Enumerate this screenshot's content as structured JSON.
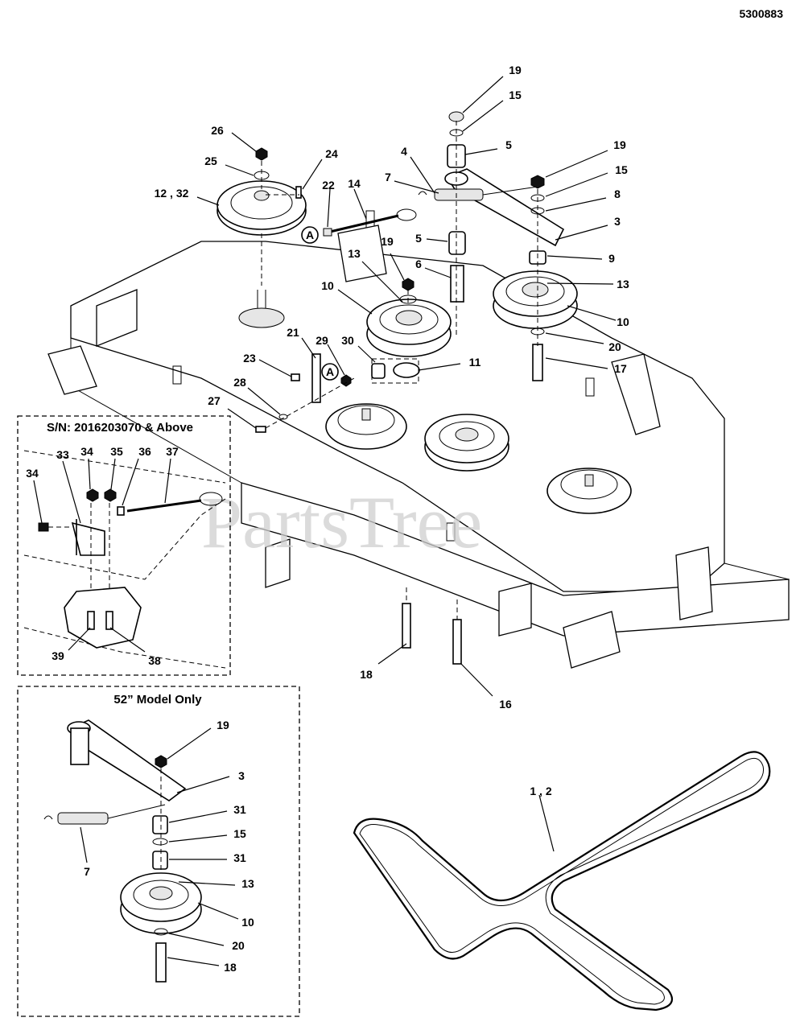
{
  "document": {
    "number": "5300883",
    "watermark": "PartsTree"
  },
  "insets": {
    "serial": {
      "title": "S/N: 2016203070 & Above"
    },
    "model52": {
      "title": "52” Model Only"
    }
  },
  "callouts": {
    "main": {
      "c19a": "19",
      "c15a": "15",
      "c5a": "5",
      "c19b": "19",
      "c15b": "15",
      "c4": "4",
      "c26": "26",
      "c24": "24",
      "c25": "25",
      "c12_32": "12 , 32",
      "c22": "22",
      "c14": "14",
      "c7": "7",
      "c8": "8",
      "c3": "3",
      "c5b": "5",
      "c9": "9",
      "c19c": "19",
      "c13a": "13",
      "c6": "6",
      "c13b": "13",
      "c10a": "10",
      "c10b": "10",
      "c20": "20",
      "c21": "21",
      "c29": "29",
      "c30": "30",
      "c11": "11",
      "c23": "23",
      "c17": "17",
      "c28": "28",
      "c27": "27",
      "c18": "18",
      "c16": "16",
      "c1_2": "1 , 2",
      "ref_a1": "A",
      "ref_a2": "A"
    },
    "serial": {
      "c34a": "34",
      "c35": "35",
      "c36": "36",
      "c33": "33",
      "c37": "37",
      "c34b": "34",
      "c39": "39",
      "c38": "38"
    },
    "model52": {
      "c19": "19",
      "c3": "3",
      "c31a": "31",
      "c15": "15",
      "c31b": "31",
      "c7": "7",
      "c13": "13",
      "c10": "10",
      "c20": "20",
      "c18": "18"
    }
  }
}
